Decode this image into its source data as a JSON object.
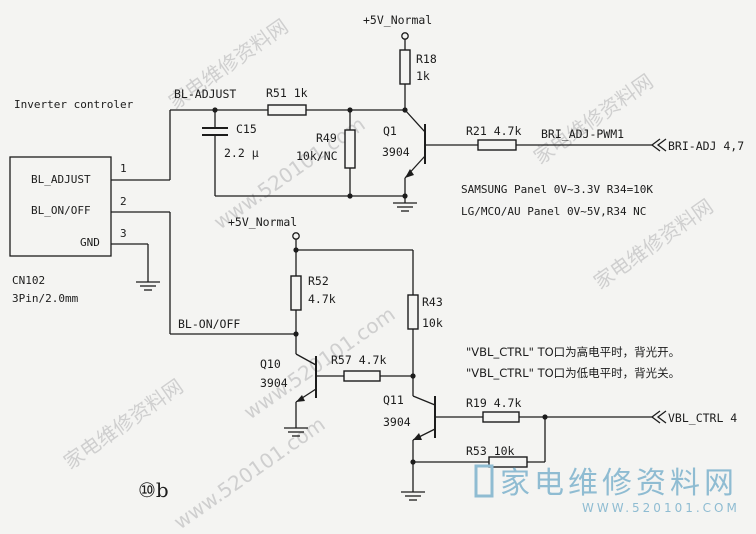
{
  "watermarks": [
    "家电维修资料网",
    "家电维修资料网",
    "www.520101.com",
    "www.520101.com",
    "家电维修资料网",
    "www.520101.com",
    "家电维修资料网"
  ],
  "labels": {
    "vcc_top": "+5V_Normal",
    "vcc_mid": "+5V_Normal",
    "r18_name": "R18",
    "r18_val": "1k",
    "inverter": "Inverter controler",
    "bl_adjust_net": "BL-ADJUST",
    "r51": "R51 1k",
    "c15_name": "C15",
    "c15_val": "2.2 μ",
    "r49_name": "R49",
    "r49_val": "10k/NC",
    "q1_name": "Q1",
    "q1_val": "3904",
    "r21": "R21 4.7k",
    "bri_net": "BRI_ADJ-PWM1",
    "bri_in": "BRI-ADJ 4,7",
    "note_samsung": "SAMSUNG Panel 0V~3.3V R34=10K",
    "note_lg": "LG/MCO/AU Panel 0V~5V,R34 NC",
    "cn_pin1_label": "BL_ADJUST",
    "cn_pin2_label": "BL_ON/OFF",
    "cn_pin3_label": "GND",
    "pin1": "1",
    "pin2": "2",
    "pin3": "3",
    "cn_name": "CN102",
    "cn_desc": "3Pin/2.0mm",
    "r52_name": "R52",
    "r52_val": "4.7k",
    "r43_name": "R43",
    "r43_val": "10k",
    "bl_onoff_net": "BL-ON/OFF",
    "note_vbl_high": "\"VBL_CTRL\" TO口为高电平时，背光开。",
    "note_vbl_low": "\"VBL_CTRL\" TO口为低电平时，背光关。",
    "q10_name": "Q10",
    "q10_val": "3904",
    "r57": "R57 4.7k",
    "q11_name": "Q11",
    "q11_val": "3904",
    "r19": "R19 4.7k",
    "vbl_in": "VBL_CTRL 4",
    "r53": "R53 10k",
    "fig_id": "⑩b"
  },
  "logo": {
    "text": "家电维修资料网",
    "url": "WWW.520101.COM",
    "color": "#8fbcd2"
  }
}
